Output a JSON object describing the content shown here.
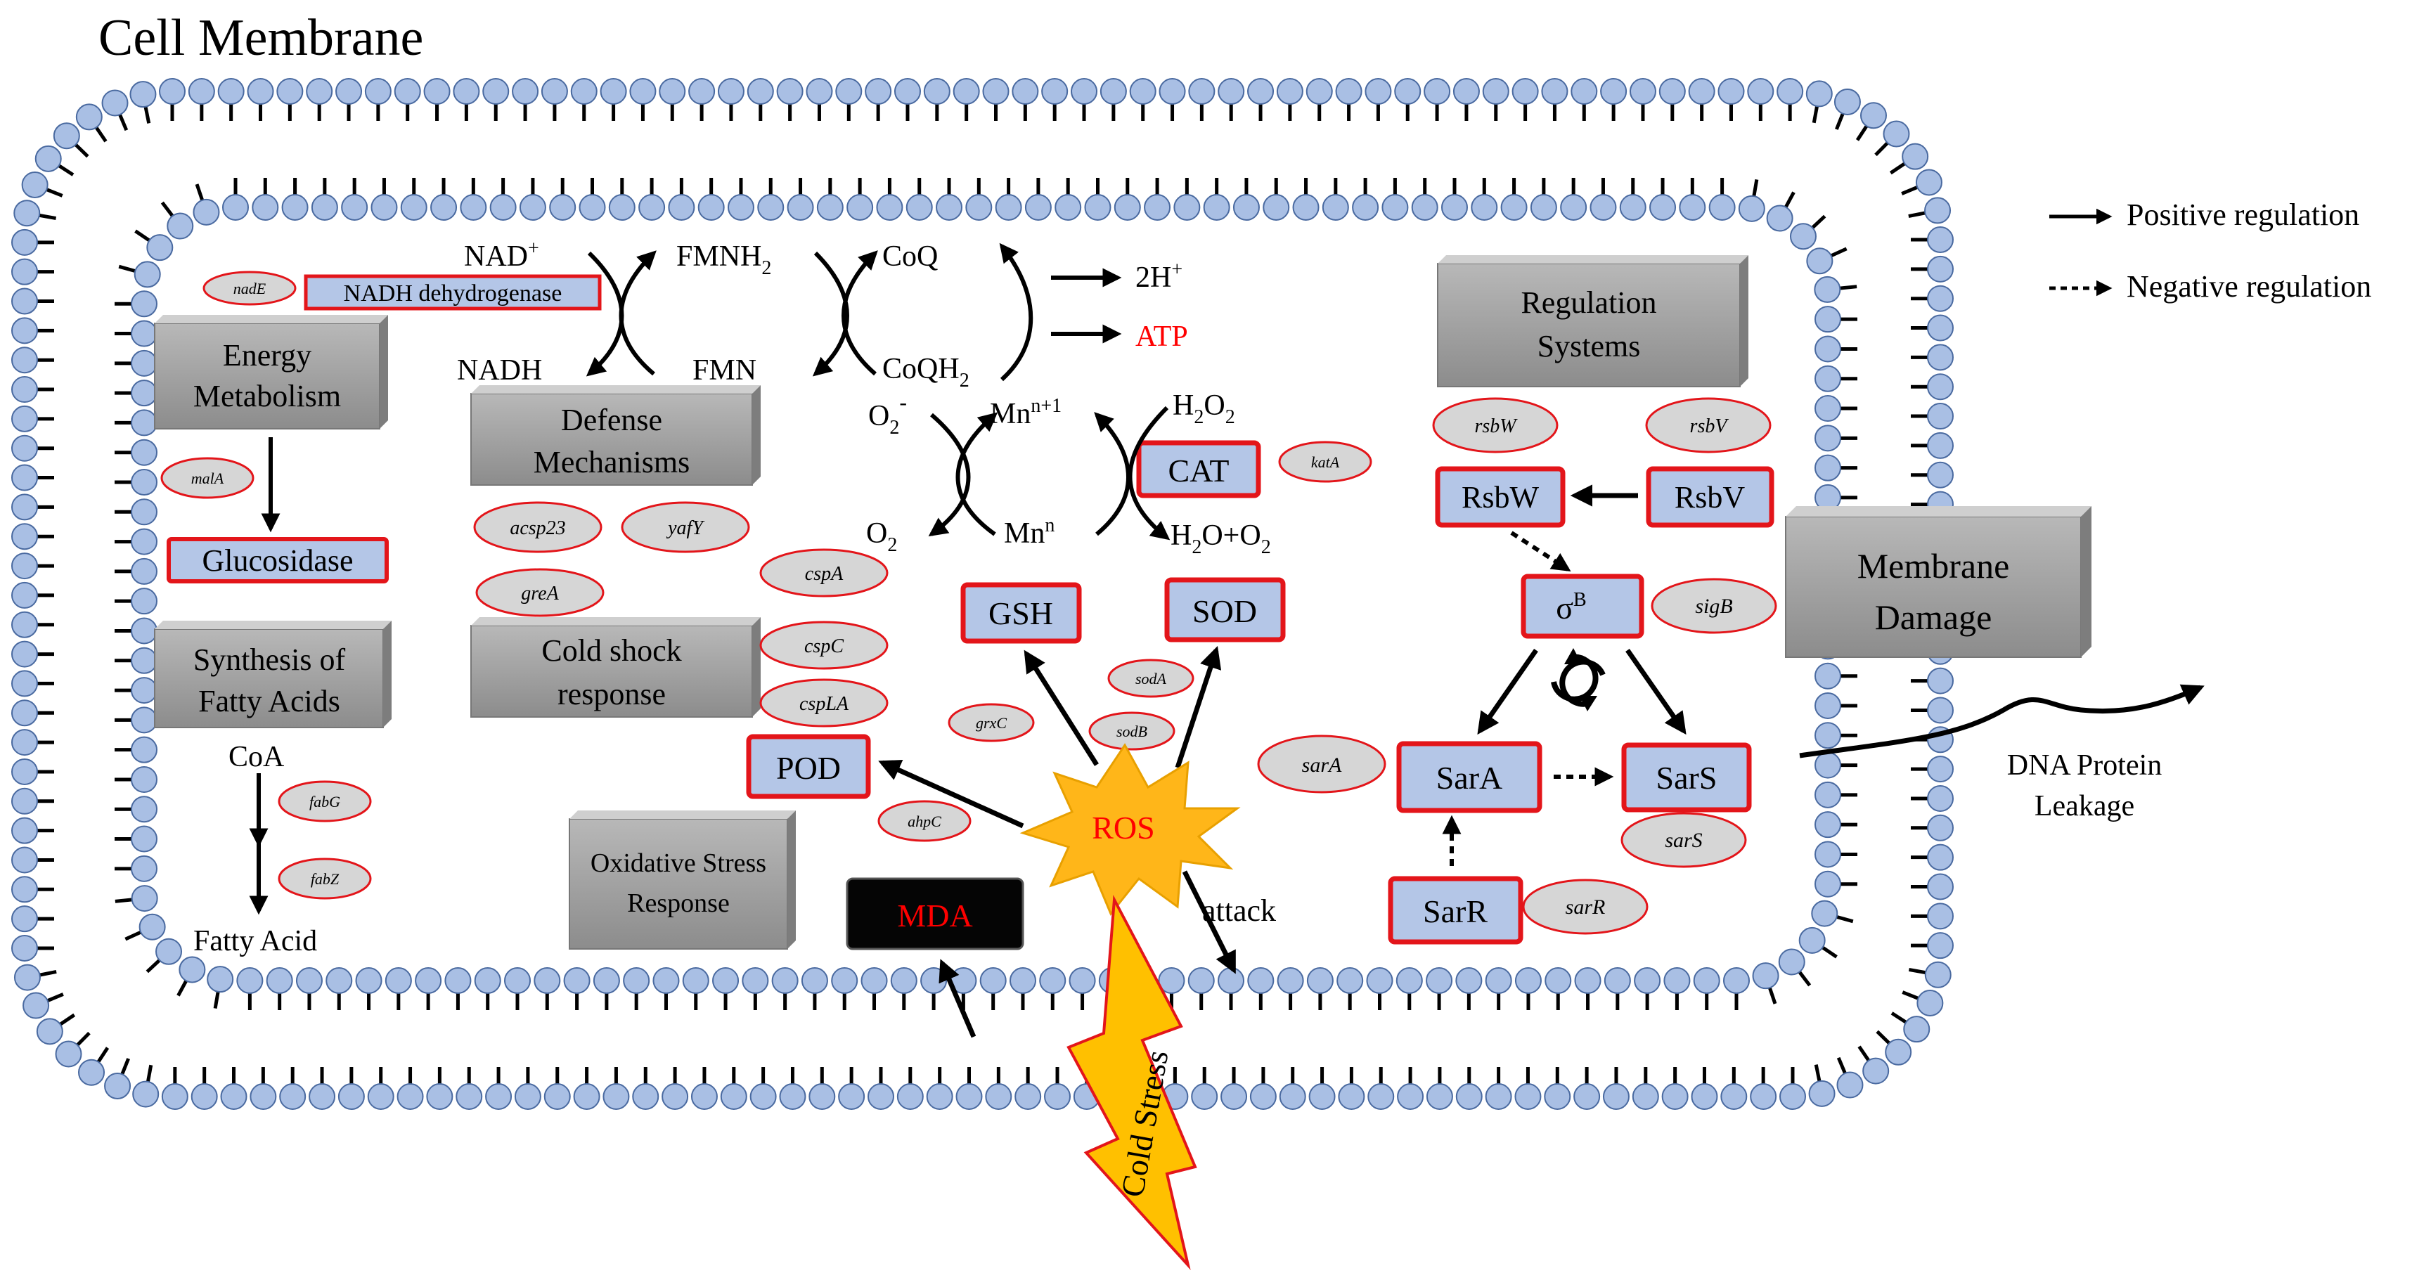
{
  "title": "Cell Membrane",
  "legend": {
    "positive": "Positive regulation",
    "negative": "Negative regulation"
  },
  "colors": {
    "lipid_head": "#a9bfe4",
    "protein_fill": "#b4c6e7",
    "protein_border": "#e3151a",
    "gene_fill": "#d6d6d6",
    "gray_box": "#9a9a9a",
    "ros_fill": "#ffb619",
    "cold_fill": "#ffc000",
    "red_text": "#ff0000"
  },
  "categories": {
    "energy": "Energy Metabolism",
    "defense": "Defense Mechanisms",
    "fatty": "Synthesis of Fatty Acids",
    "cold_shock": "Cold shock response",
    "oxidative": "Oxidative Stress Response",
    "regulation": "Regulation Systems",
    "membrane": "Membrane Damage"
  },
  "proteins": {
    "nadh_dehydrogenase": "NADH dehydrogenase",
    "glucosidase": "Glucosidase",
    "cat": "CAT",
    "gsh": "GSH",
    "sod": "SOD",
    "pod": "POD",
    "mda": "MDA",
    "rsbw": "RsbW",
    "rsbv": "RsbV",
    "sigb": "σ",
    "sigb_sup": "B",
    "sara": "SarA",
    "sars": "SarS",
    "sarr": "SarR"
  },
  "genes": {
    "nadE": "nadE",
    "malA": "malA",
    "fabG": "fabG",
    "fabZ": "fabZ",
    "acsp23": "acsp23",
    "yafY": "yafY",
    "greA": "greA",
    "cspA": "cspA",
    "cspC": "cspC",
    "cspLA": "cspLA",
    "katA": "katA",
    "sodA": "sodA",
    "sodB": "sodB",
    "grxC": "grxC",
    "ahpC": "ahpC",
    "rsbW": "rsbW",
    "rsbV": "rsbV",
    "sigB": "sigB",
    "sarA": "sarA",
    "sarS": "sarS",
    "sarR": "sarR"
  },
  "metabolites": {
    "nad_plus": "NAD",
    "nad_plus_sup": "+",
    "nadh": "NADH",
    "fmnh2": "FMNH",
    "fmnh2_sub": "2",
    "fmn": "FMN",
    "coq": "CoQ",
    "coqh2": "CoQH",
    "coqh2_sub": "2",
    "two_h": "2H",
    "two_h_sup": "+",
    "atp": "ATP",
    "o2_minus": "O",
    "o2_minus_sub": "2",
    "o2_minus_sup": "-",
    "o2": "O",
    "o2_sub": "2",
    "mn_n1": "Mn",
    "mn_n1_sup": "n+1",
    "mn_n": "Mn",
    "mn_n_sup": "n",
    "h2o2_a": "H",
    "h2o2_b": "2",
    "h2o2_c": "O",
    "h2o2_d": "2",
    "h2o_o2": "H",
    "h2o_o2_b": "2",
    "h2o_o2_c": "O+O",
    "h2o_o2_d": "2",
    "coa": "CoA",
    "fatty_acid": "Fatty Acid"
  },
  "labels": {
    "ros": "ROS",
    "attack": "attack",
    "cold_stress": "Cold Stress",
    "dna_protein": "DNA Protein",
    "leakage": "Leakage"
  }
}
